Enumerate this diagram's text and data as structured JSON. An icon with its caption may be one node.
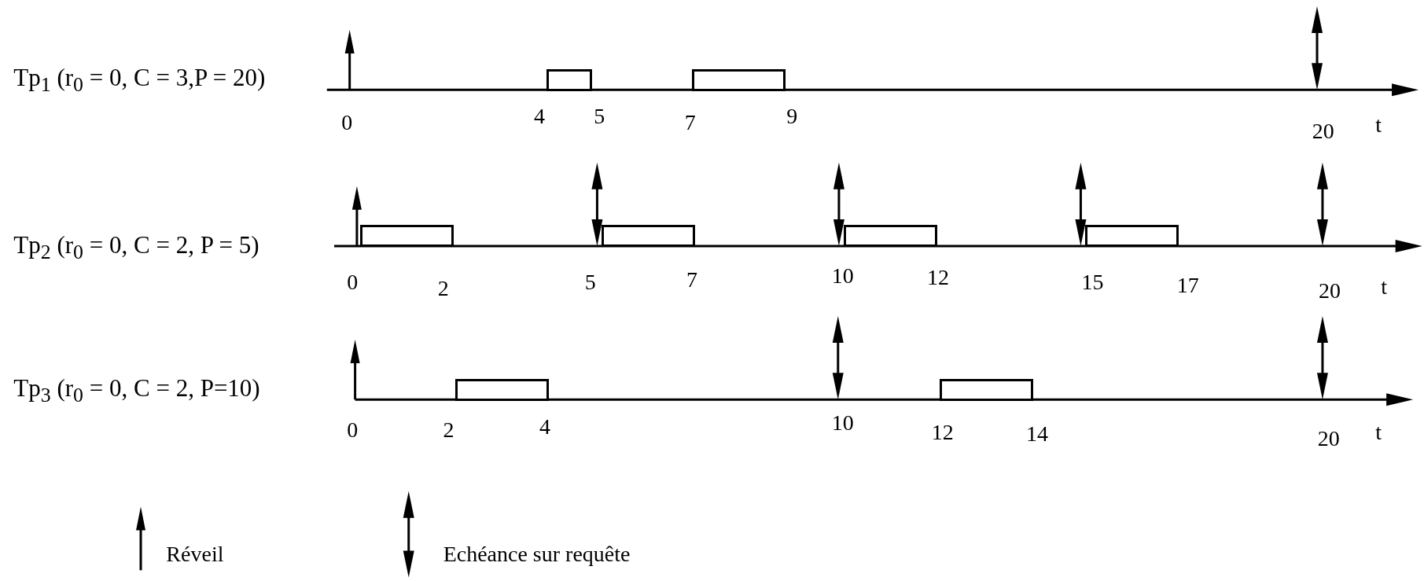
{
  "diagram": {
    "nodes": [
      {
        "text": [],
        "shape": "box"
      },
      {
        "text": [],
        "shape": "box"
      },
      {
        "text": [],
        "shape": "box"
      },
      {
        "text": [],
        "shape": "box"
      },
      {
        "text": [],
        "shape": "box"
      },
      {
        "text": [],
        "shape": "box"
      },
      {
        "text": [],
        "shape": "box"
      },
      {
        "text": [],
        "shape": "box"
      }
    ],
    "edges": [],
    "labels": [
      "Tp$_{1}$ (r$_{0}$ = 0, C = 3,P = 20)",
      "0",
      "4",
      "5",
      "7",
      "9",
      "20",
      "t",
      "Tp$_{2}$ (r$_{0}$ = 0, C = 2, P = 5)",
      "0",
      "2",
      "5",
      "7",
      "10",
      "12",
      "15",
      "17",
      "20",
      "t",
      "Tp$_{3}$ (r$_{0}$ = 0, C = 2, P=10)",
      "0",
      "2",
      "4",
      "10",
      "12",
      "14",
      "20",
      "t"
    ],
    "legend": [
      {
        "text": "Réveil"
      },
      {
        "text": "Echéance sur requête"
      }
    ]
  }
}
